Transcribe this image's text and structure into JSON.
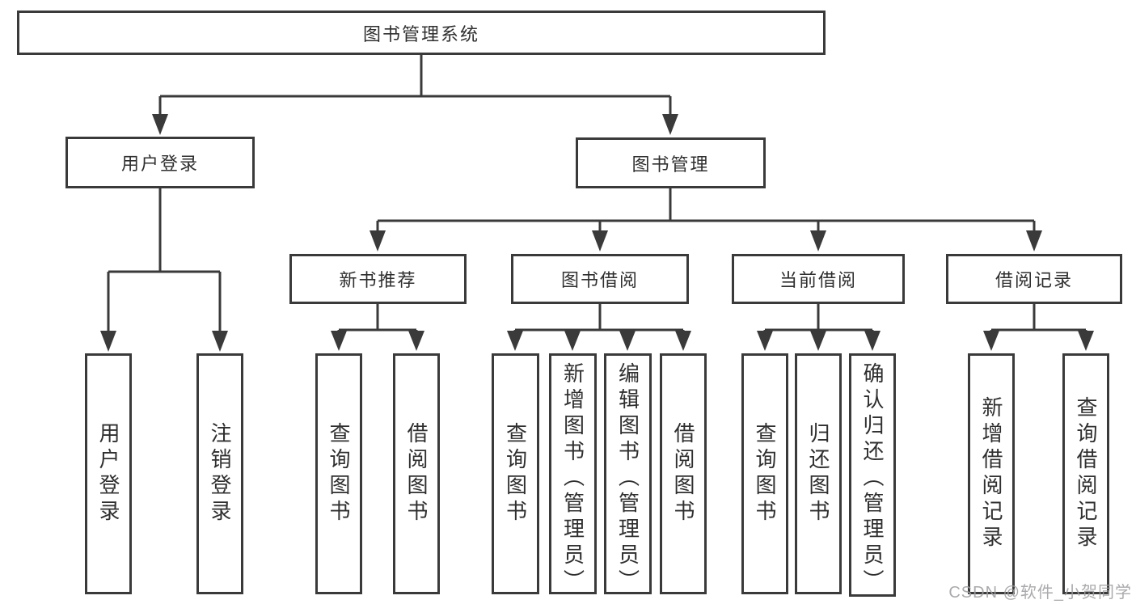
{
  "colors": {
    "background": "#ffffff",
    "box_fill": "#ffffff",
    "box_border": "#3a3a3a",
    "connector_line": "#3a3a3a",
    "text": "#2f2f2f",
    "watermark": "#9e9ea2"
  },
  "tree": {
    "root": {
      "label": "图书管理系统"
    },
    "level2": [
      {
        "label": "用户登录"
      },
      {
        "label": "图书管理"
      }
    ],
    "level3": [
      {
        "label": "新书推荐"
      },
      {
        "label": "图书借阅"
      },
      {
        "label": "当前借阅"
      },
      {
        "label": "借阅记录"
      }
    ],
    "level4": {
      "user_login": [
        "用户登录",
        "注销登录"
      ],
      "new_book": [
        "查询图书",
        "借阅图书"
      ],
      "book_borrow": [
        "查询图书",
        "新增图书（管理员）",
        "编辑图书（管理员）",
        "借阅图书"
      ],
      "current_borrow": [
        "查询图书",
        "归还图书",
        "确认归还（管理员）"
      ],
      "borrow_records": [
        "新增借阅记录",
        "查询借阅记录"
      ]
    }
  },
  "watermark": {
    "text": "CSDN @软件_小贺同学"
  }
}
